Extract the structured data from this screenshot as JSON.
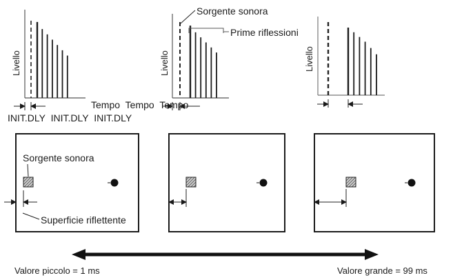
{
  "labels": {
    "sound_source": "Sorgente sonora",
    "early_reflections": "Prime riflessioni",
    "level": "Livello",
    "time": "Tempo",
    "init_dly": "INIT.DLY",
    "reflective_surface": "Superficie riflettente",
    "small_value": "Valore piccolo = 1 ms",
    "large_value": "Valore grande = 99 ms"
  },
  "graphs": [
    {
      "init_delay": "small",
      "reflection_levels": [
        0.86,
        0.78,
        0.72,
        0.66,
        0.6,
        0.54,
        0.48
      ]
    },
    {
      "init_delay": "medium",
      "reflection_levels": [
        0.86,
        0.78,
        0.72,
        0.66,
        0.6,
        0.54
      ]
    },
    {
      "init_delay": "large",
      "reflection_levels": [
        0.86,
        0.8,
        0.74,
        0.68,
        0.6,
        0.52
      ]
    }
  ],
  "rooms": [
    {
      "wall_distance": "small"
    },
    {
      "wall_distance": "medium"
    },
    {
      "wall_distance": "large"
    }
  ],
  "colors": {
    "ink": "#1a1a1a",
    "axis": "#555555",
    "hatch": "#444444"
  }
}
